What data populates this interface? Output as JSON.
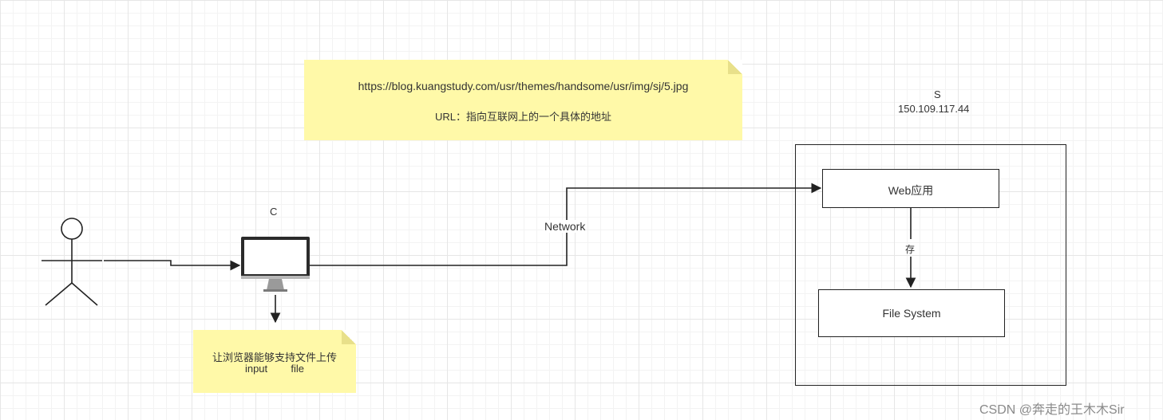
{
  "note_top": {
    "url": "https://blog.kuangstudy.com/usr/themes/handsome/usr/img/sj/5.jpg",
    "desc": "URL：指向互联网上的一个具体的地址"
  },
  "note_bottom": {
    "line1": "让浏览器能够支持文件上传",
    "line2_a": "input",
    "line2_b": "file"
  },
  "client": {
    "label": "C"
  },
  "network": {
    "label": "Network"
  },
  "server": {
    "name": "S",
    "ip": "150.109.117.44",
    "web_app": "Web应用",
    "store_label": "存",
    "file_system": "File System"
  },
  "watermark": "CSDN @奔走的王木木Sir",
  "colors": {
    "note": "#fff9a8",
    "line": "#222222",
    "grid": "#e6e6e6"
  }
}
